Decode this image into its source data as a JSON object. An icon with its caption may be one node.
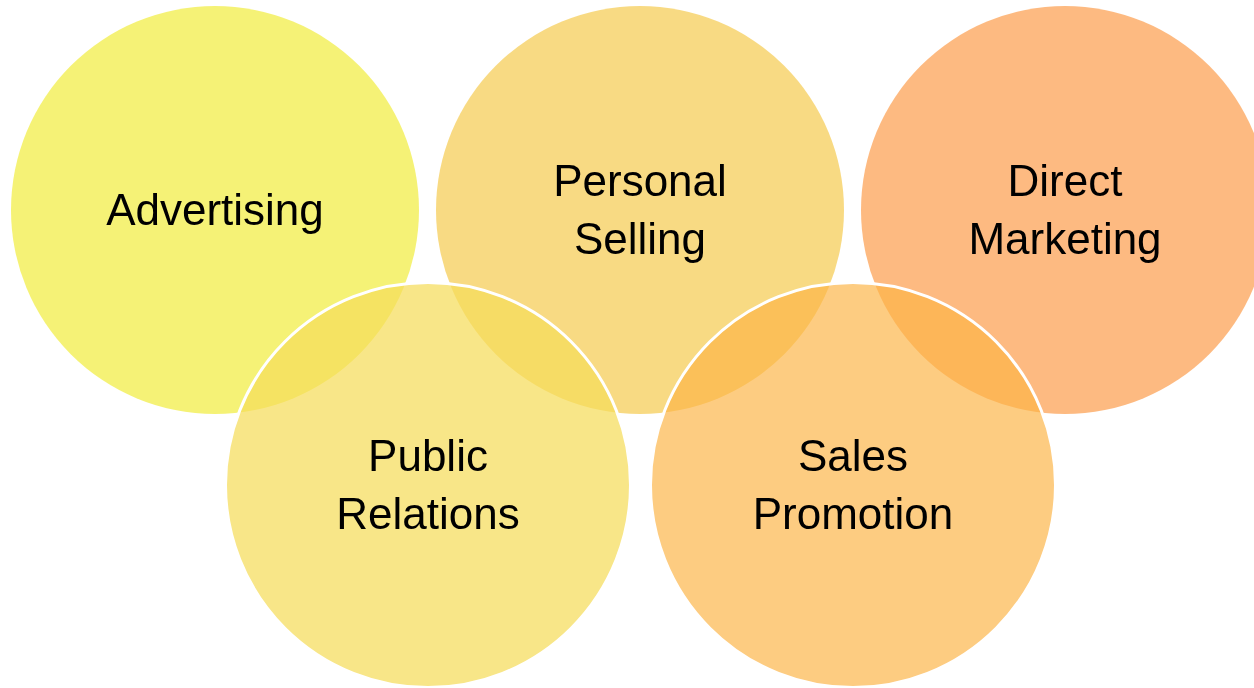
{
  "diagram": {
    "nodes": [
      {
        "text": [
          "Advertising"
        ]
      },
      {
        "text": [
          "Personal Selling"
        ]
      },
      {
        "text": [
          "Direct Marketing"
        ]
      },
      {
        "text": [
          "Public Relations"
        ]
      },
      {
        "text": [
          "Sales Promotion"
        ]
      }
    ]
  }
}
